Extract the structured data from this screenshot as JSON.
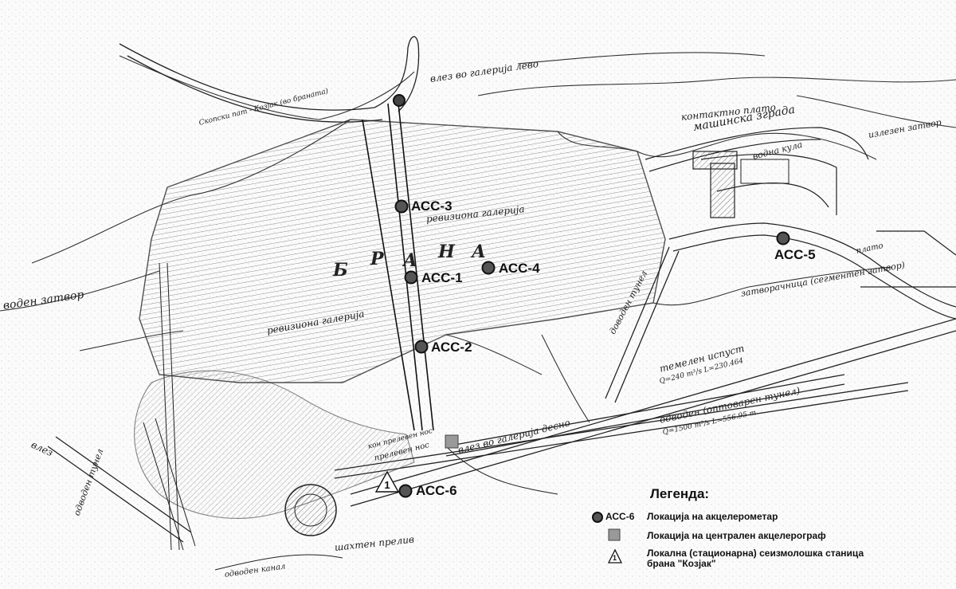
{
  "map": {
    "dam_letters": [
      "Б",
      "Р",
      "А",
      "Н",
      "А"
    ],
    "stations": {
      "acc1": "АСС-1",
      "acc2": "АСС-2",
      "acc3": "АСС-3",
      "acc4": "АСС-4",
      "acc5": "АСС-5",
      "acc6": "АСС-6",
      "seismic_station_number": "1"
    },
    "annotations": {
      "entry_left": "влез во галерија лево",
      "entry_right": "влез во галерија десно",
      "left_road": "Скопски пат - Козјак (во браната)",
      "control_plateau": "контактно плато",
      "machine_hall": "машинска зграда",
      "outlet_bldg": "излезен затвор",
      "water_tank": "водна кула",
      "inspection_gallery_top": "ревизиона галерија",
      "inspection_gallery_bottom": "ревизиона галерија",
      "left_gate": "воден затвор",
      "closure": "затворачница (сегментен затвор)",
      "derivation_tunnel": "доводен тунел",
      "bottom_outlet": "темелен испуст",
      "bottom_outlet_q": "Q=240 m³/s  L=230.464",
      "diversion_tunnel": "одводен (оптоварен тунел)",
      "diversion_tunnel_q": "Q=1500 m³/s  L=556.95 m",
      "plateau": "плато",
      "shaft_overflow": "шахтен прелив",
      "diversion_bottom": "одводен тунел",
      "overflow_bottom": "одводен канал",
      "access_road": "влез",
      "fault_note": "прелевен нос",
      "to_bridge": "кон прелевен нос"
    }
  },
  "legend": {
    "title": "Легенда:",
    "items": [
      {
        "symbol_label": "АСС-6",
        "text": "Локација на акцелерометар"
      },
      {
        "symbol_label": "",
        "text": "Локација на централен акцелерограф"
      },
      {
        "symbol_label": "1",
        "text": "Локална  (стационарна) сеизмолошка станица",
        "text2": "брана \"Козјак\""
      }
    ]
  },
  "colors": {
    "station_fill": "#555555",
    "central_fill": "#999999",
    "ink": "#222222"
  }
}
